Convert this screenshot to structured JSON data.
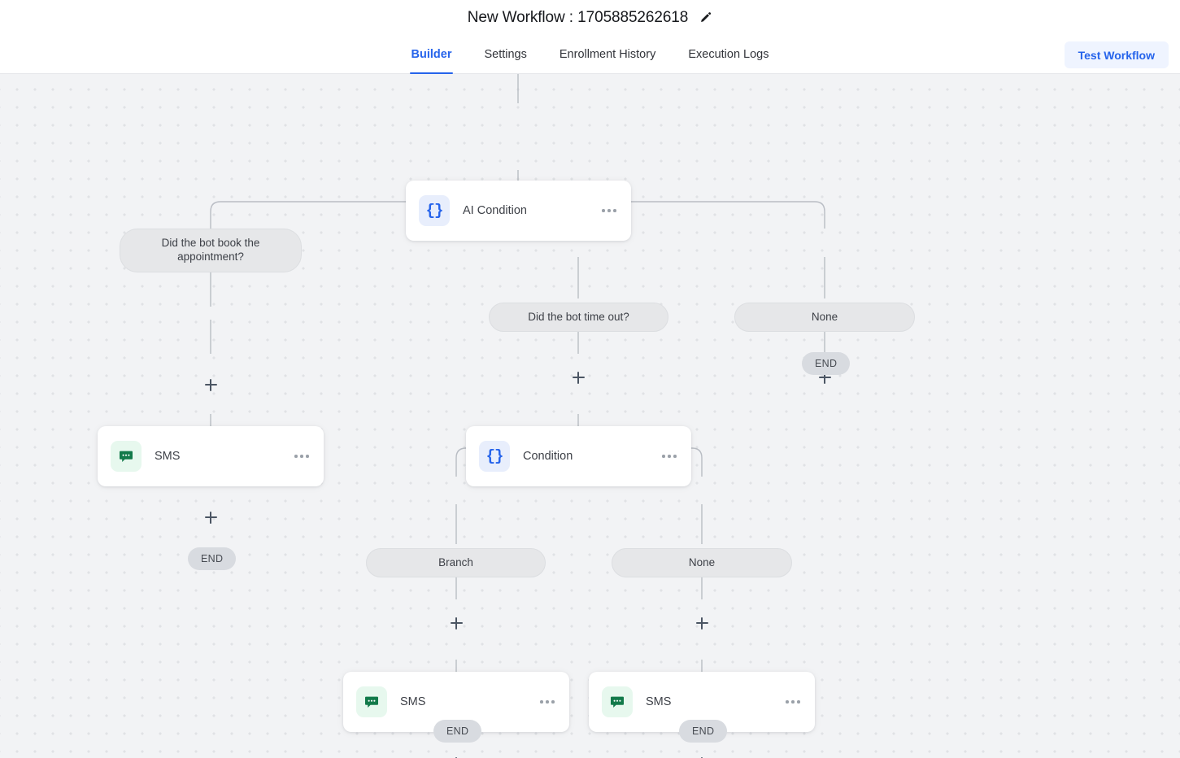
{
  "header": {
    "title": "New Workflow : 1705885262618",
    "edit_icon": "pencil-icon"
  },
  "tabs": [
    {
      "label": "Builder",
      "active": true
    },
    {
      "label": "Settings",
      "active": false
    },
    {
      "label": "Enrollment History",
      "active": false
    },
    {
      "label": "Execution Logs",
      "active": false
    }
  ],
  "actions": {
    "test_workflow": "Test Workflow"
  },
  "colors": {
    "accent": "#2563eb",
    "accent_bg": "#eff4ff",
    "canvas_bg": "#f2f3f5",
    "pill_bg": "#e6e7e9",
    "end_bg": "#d8dbe0",
    "sms_icon_bg": "#e7f8ee",
    "sms_icon_fg": "#127a4a",
    "cond_icon_bg": "#e8eefc",
    "edge": "#b9bdc4"
  },
  "canvas": {
    "nodes": [
      {
        "id": "ai-condition",
        "type": "condition",
        "label": "AI Condition",
        "icon": "curly-braces-icon",
        "menu": "overflow-menu-icon"
      },
      {
        "id": "sms-left",
        "type": "sms",
        "label": "SMS",
        "icon": "sms-bubble-icon",
        "menu": "overflow-menu-icon"
      },
      {
        "id": "condition",
        "type": "condition",
        "label": "Condition",
        "icon": "curly-braces-icon",
        "menu": "overflow-menu-icon"
      },
      {
        "id": "sms-branch",
        "type": "sms",
        "label": "SMS",
        "icon": "sms-bubble-icon",
        "menu": "overflow-menu-icon"
      },
      {
        "id": "sms-none",
        "type": "sms",
        "label": "SMS",
        "icon": "sms-bubble-icon",
        "menu": "overflow-menu-icon"
      }
    ],
    "branches": [
      {
        "id": "branch-booked",
        "label": "Did the bot book the appointment?"
      },
      {
        "id": "branch-timeout",
        "label": "Did the bot time out?"
      },
      {
        "id": "branch-none-1",
        "label": "None"
      },
      {
        "id": "branch-branch",
        "label": "Branch"
      },
      {
        "id": "branch-none-2",
        "label": "None"
      }
    ],
    "terminators": [
      {
        "id": "end-left",
        "label": "END"
      },
      {
        "id": "end-right",
        "label": "END"
      },
      {
        "id": "end-branch",
        "label": "END"
      },
      {
        "id": "end-none",
        "label": "END"
      }
    ],
    "add_buttons": [
      {
        "id": "add-booked"
      },
      {
        "id": "add-timeout"
      },
      {
        "id": "add-none-1"
      },
      {
        "id": "add-sms-left"
      },
      {
        "id": "add-branch"
      },
      {
        "id": "add-none-2"
      },
      {
        "id": "add-sms-branch"
      },
      {
        "id": "add-sms-none"
      }
    ]
  }
}
